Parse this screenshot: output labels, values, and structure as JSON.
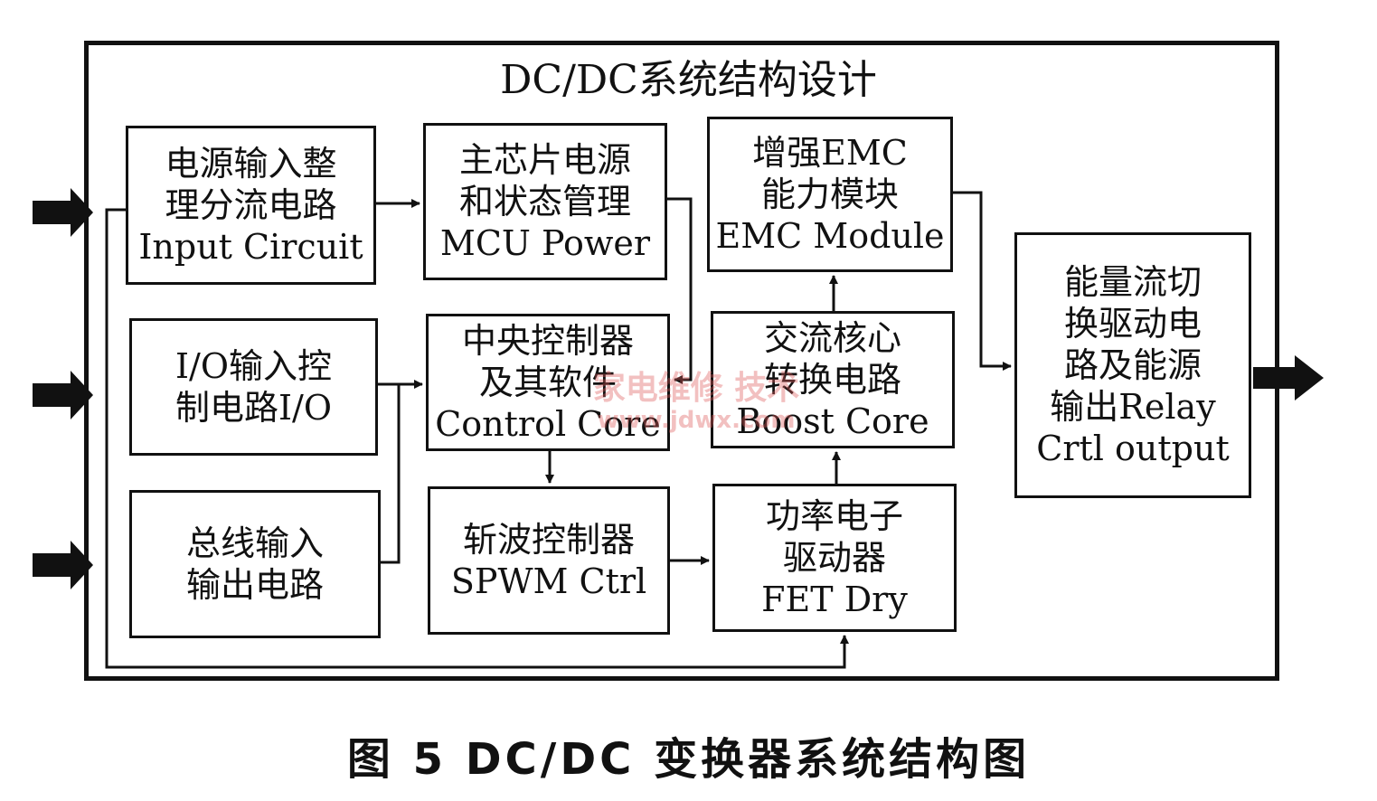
{
  "diagram": {
    "title": "DC/DC系统结构设计",
    "caption": "图 5   DC/DC 变换器系统结构图",
    "watermark": {
      "line1": "家电维修 技术",
      "line2": "www.jdwx.com"
    },
    "blocks": {
      "input_circuit": [
        "电源输入整",
        "理分流电路",
        "Input Circuit"
      ],
      "mcu_power": [
        "主芯片电源",
        "和状态管理",
        "MCU Power"
      ],
      "emc_module": [
        "增强EMC",
        "能力模块",
        "EMC Module"
      ],
      "relay_output": [
        "能量流切",
        "换驱动电",
        "路及能源",
        "输出Relay",
        "Crtl output"
      ],
      "io_circuit": [
        "I/O输入控",
        "制电路I/O"
      ],
      "control_core": [
        "中央控制器",
        "及其软件",
        "Control Core"
      ],
      "boost_core": [
        "交流核心",
        "转换电路",
        "Boost Core"
      ],
      "bus_io": [
        "总线输入",
        "输出电路"
      ],
      "spwm_ctrl": [
        "斩波控制器",
        "SPWM Ctrl"
      ],
      "fet_drv": [
        "功率电子",
        "驱动器",
        "FET Dry"
      ]
    }
  }
}
